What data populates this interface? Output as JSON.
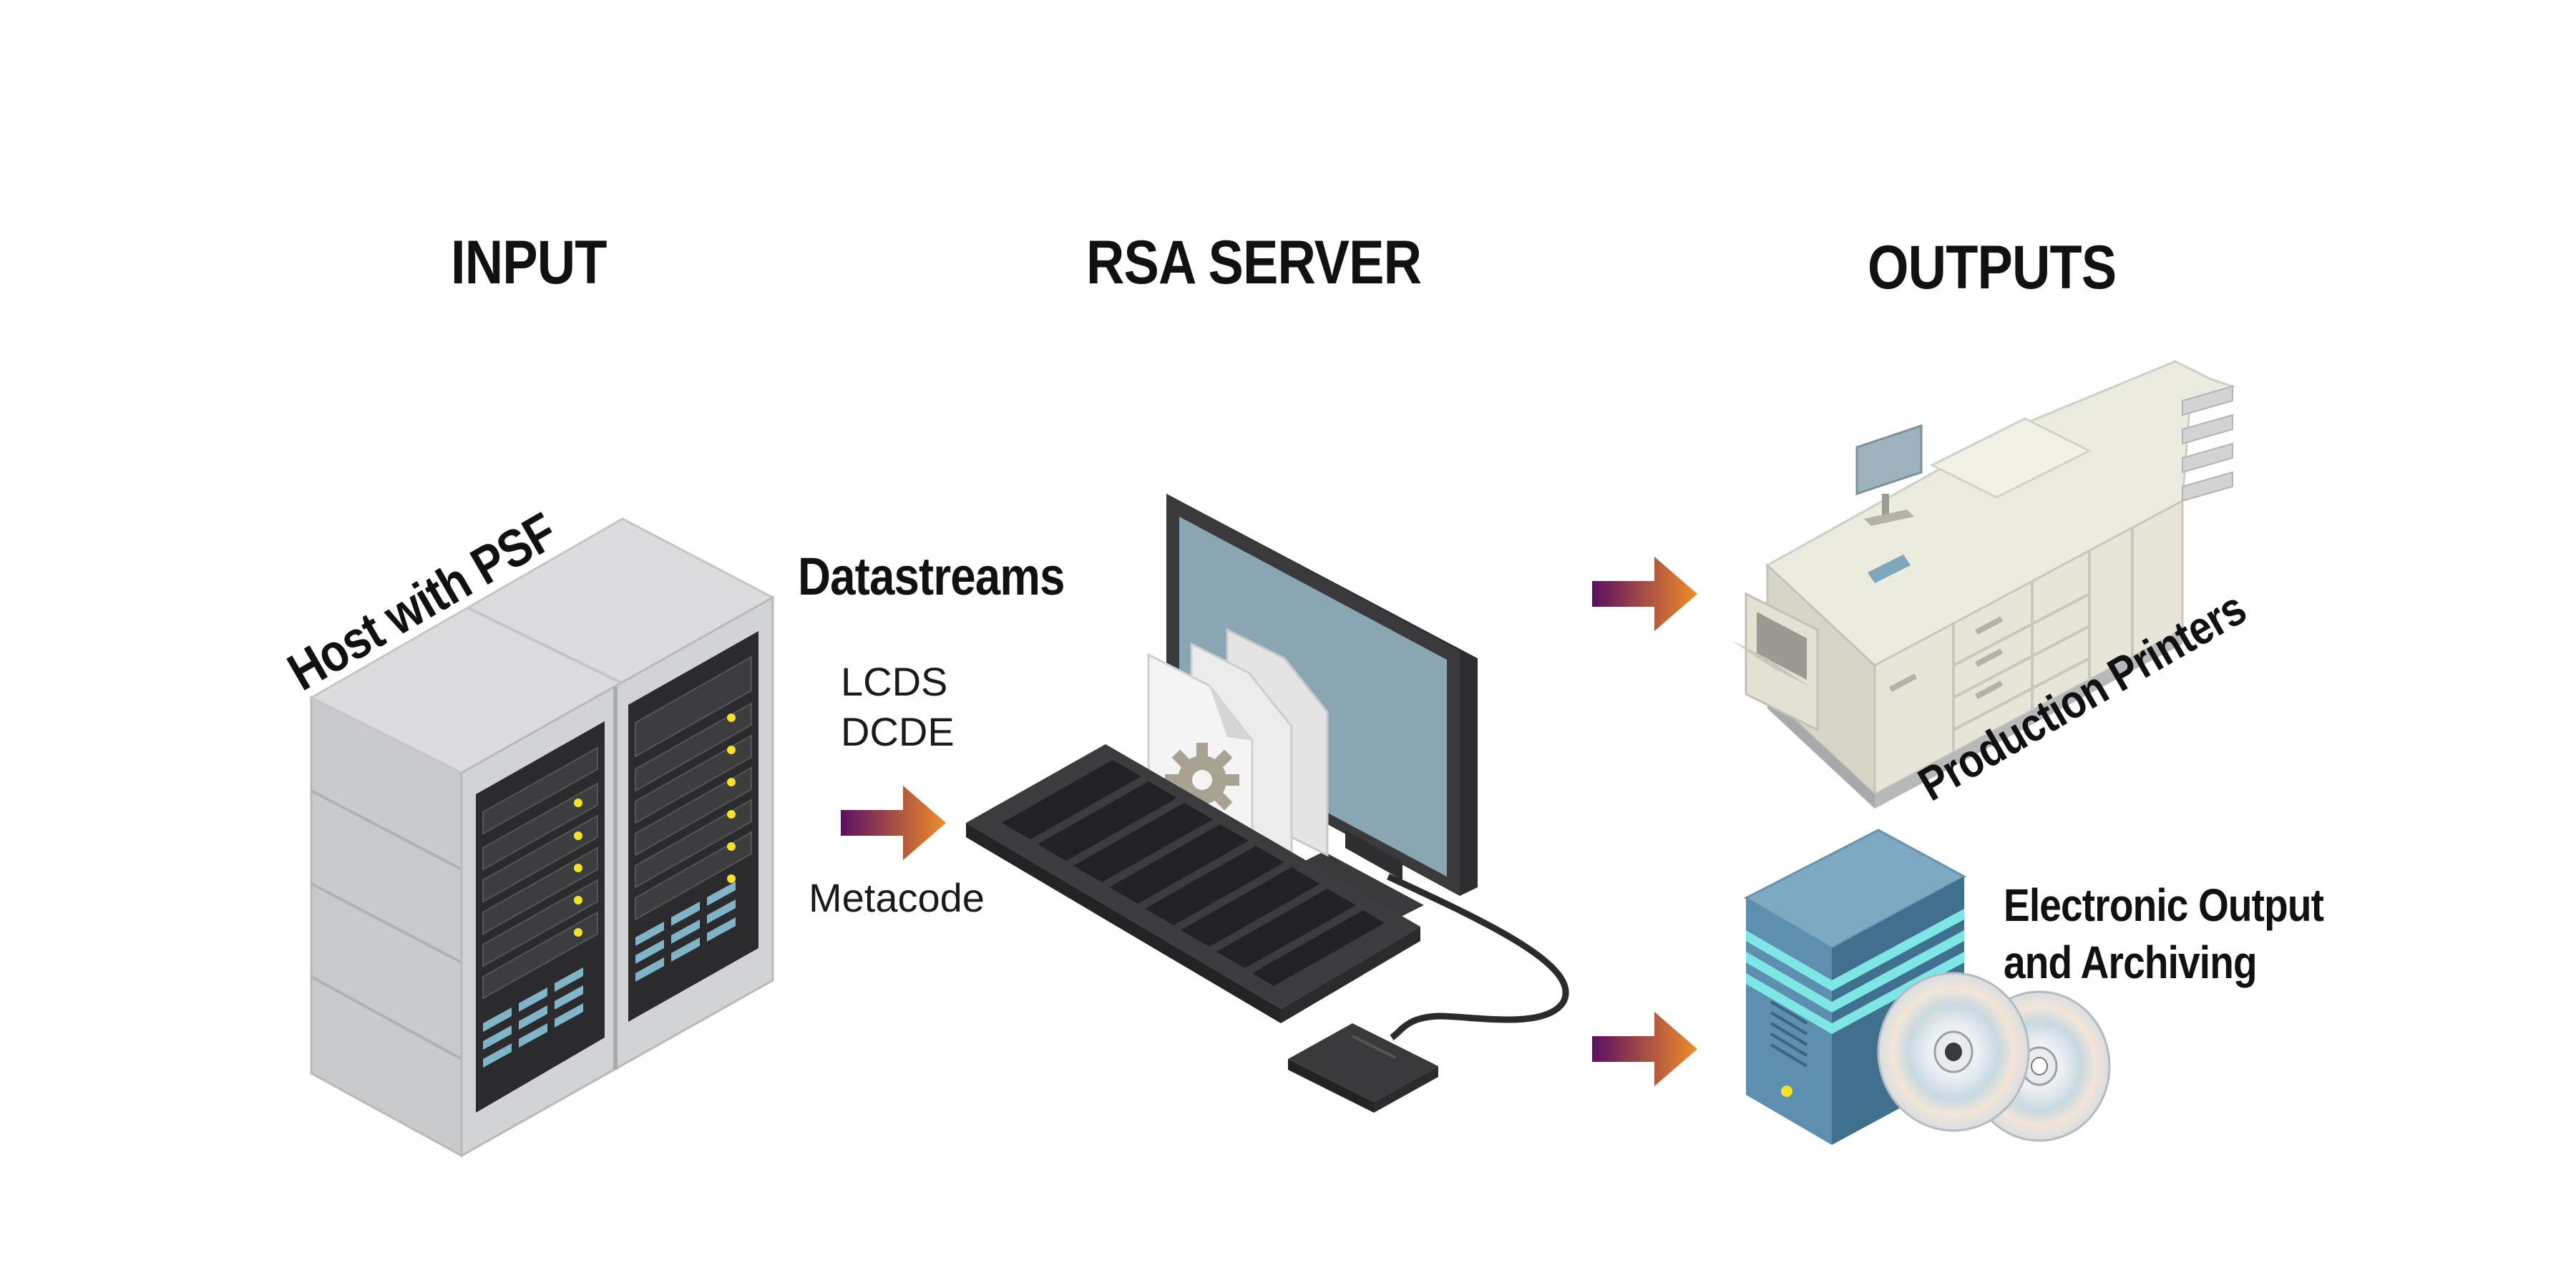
{
  "headers": {
    "input": "INPUT",
    "server": "RSA SERVER",
    "outputs": "OUTPUTS"
  },
  "input": {
    "host_label": "Host with PSF"
  },
  "datastreams": {
    "title": "Datastreams",
    "formats": [
      "LCDS",
      "DCDE"
    ],
    "metacode": "Metacode"
  },
  "outputs": {
    "printers_label": "Production Printers",
    "electronic_label_line1": "Electronic Output",
    "electronic_label_line2": "and Archiving"
  },
  "icons": {
    "host": "server-rack-icon",
    "computer": "desktop-computer-icon",
    "printer": "production-printer-icon",
    "archive": "archive-tower-icon",
    "disc": "optical-disc-icon",
    "arrow": "arrow-right-icon"
  },
  "colors": {
    "arrow_start": "#5a1060",
    "arrow_end": "#f08c2a",
    "rack_gray": "#cfd0d2",
    "screen_blue": "#8aa6b3",
    "tower_blue": "#4f7f9e"
  }
}
